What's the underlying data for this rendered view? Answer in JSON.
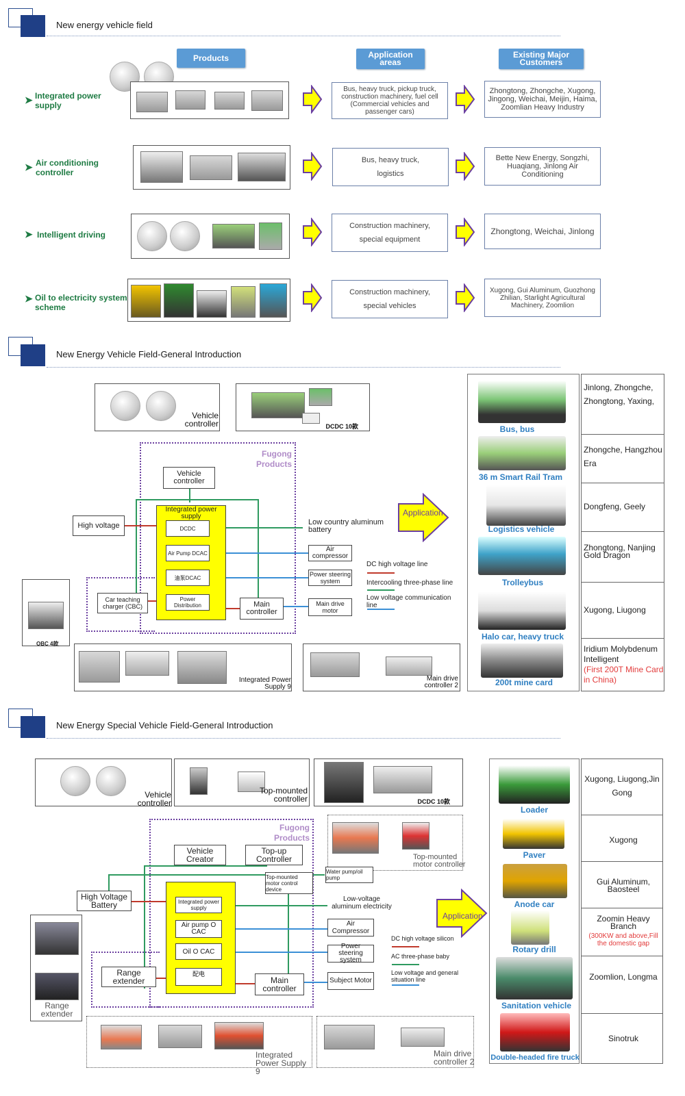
{
  "section1": {
    "title": "New energy vehicle field",
    "headers": {
      "products": "Products",
      "application": "Application areas",
      "customers": "Existing Major Customers"
    },
    "rows": [
      {
        "label": "Integrated power supply",
        "application": "Bus, heavy truck, pickup truck, construction machinery, fuel cell (Commercial vehicles and passenger cars)",
        "customers": "Zhongtong, Zhongche, Xugong, Jingong, Weichai, Meijin, Haima, Zoomlian Heavy Industry"
      },
      {
        "label": "Air conditioning controller",
        "application": "Bus, heavy truck, logistics",
        "customers": "Bette New Energy, Songzhi, Huaqiang, Jinlong Air Conditioning"
      },
      {
        "label": "Intelligent driving",
        "application": "Construction machinery, special equipment",
        "customers": "Zhongtong, Weichai, Jinlong"
      },
      {
        "label": "Oil to electricity system scheme",
        "application": "Construction machinery, special vehicles",
        "customers": "Xugong, Gui Aluminum, Guozhong Zhilian, Starlight Agricultural Machinery, Zoomlion"
      }
    ]
  },
  "section2": {
    "title": "New Energy Vehicle Field-General Introduction",
    "vehicle_controller": "Vehicle controller",
    "dcdc": "DCDC 10款",
    "fugong": "Fugong Products",
    "nodes": {
      "vehicle_controller": "Vehicle controller",
      "integrated": "Integrated power supply",
      "dcdc": "DCDC",
      "air_pump": "Air Pump DCAC",
      "dcac2": "油泵DCAC",
      "power_dist": "Power Distribution",
      "high_voltage": "High voltage",
      "car_charger": "Car teaching charger (CBC)",
      "main_controller": "Main controller",
      "battery": "Low country aluminum battery",
      "air_comp": "Air compressor",
      "power_steer": "Power steering system",
      "main_drive": "Main drive motor"
    },
    "legend": {
      "dc": "DC high voltage line",
      "ac": "Intercooling three-phase line",
      "low": "Low voltage communication line"
    },
    "application": "Application",
    "obc": "OBC 4款",
    "integrated_supply": "Integrated Power Supply 9",
    "main_drive_controller": "Main drive controller 2",
    "vehicles": [
      "Bus, bus",
      "36 m Smart Rail Tram",
      "Logistics vehicle",
      "Trolleybus",
      "Halo car, heavy truck",
      "200t mine card"
    ],
    "customers": [
      {
        "text": "Jinlong, Zhongche, Zhongtong, Yaxing,"
      },
      {
        "text": "Zhongche, Hangzhou Era"
      },
      {
        "text": "Dongfeng, Geely"
      },
      {
        "text": "Zhongtong, Nanjing Gold Dragon"
      },
      {
        "text": "Xugong, Liugong"
      },
      {
        "text": "Iridium Molybdenum Intelligent",
        "note": "(First 200T Mine Card in China)"
      }
    ]
  },
  "section3": {
    "title": "New Energy Special Vehicle Field-General Introduction",
    "vehicle_controller": "Vehicle controller",
    "top_mounted": "Top-mounted controller",
    "dcdc": "DCDC 10款",
    "top_motor": "Top-mounted motor controller",
    "fugong": "Fugong Products",
    "nodes": {
      "vehicle_creator": "Vehicle Creator",
      "topup": "Top-up Controller",
      "hv_battery": "High Voltage Battery",
      "top_device": "Top-mounted motor control device",
      "water_pump": "Water pump/oil pump",
      "low_voltage": "Low-voltage aluminum electricity",
      "integrated": "Integrated power supply",
      "air_pump": "Air pump O CAC",
      "oil": "Oil O CAC",
      "dist": "配电",
      "air_comp": "Air Compressor",
      "power_steer": "Power steering system",
      "subject_motor": "Subject Motor",
      "range": "Range extender",
      "main_controller": "Main controller"
    },
    "legend": {
      "dc": "DC high voltage silicon",
      "ac": "AC three-phase baby",
      "low": "Low voltage and general situation line"
    },
    "application": "Application",
    "range_extender": "Range extender",
    "integrated_supply": "Integrated Power Supply 9",
    "main_drive_controller": "Main drive controller 2",
    "vehicles": [
      "Loader",
      "Paver",
      "Anode car",
      "Rotary drill",
      "Sanitation vehicle",
      "Double-headed fire truck"
    ],
    "customers": [
      {
        "text": "Xugong, Liugong,Jin Gong"
      },
      {
        "text": "Xugong"
      },
      {
        "text": "Gui Aluminum, Baosteel"
      },
      {
        "text": "Zoomin Heavy Branch",
        "note": "(300KW and above,Fill the domestic gap"
      },
      {
        "text": "Zoomlion, Longma"
      },
      {
        "text": "Sinotruk"
      }
    ]
  },
  "colors": {
    "arrow_fill": "#ffff00",
    "accent_blue": "#5b9bd5",
    "green_label": "#1e7b43",
    "header_square": "#1f3f86"
  }
}
